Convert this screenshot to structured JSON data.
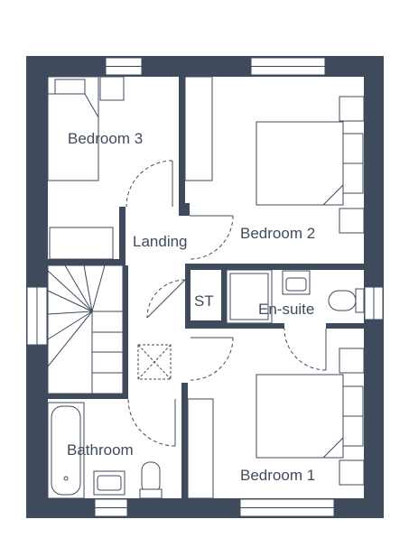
{
  "colors": {
    "wall": "#3f4b5c",
    "line": "#3f4b5c",
    "background": "#ffffff"
  },
  "rooms": {
    "bedroom3": "Bedroom 3",
    "landing": "Landing",
    "bedroom2": "Bedroom 2",
    "st": "ST",
    "ensuite": "En-suite",
    "bathroom": "Bathroom",
    "bedroom1": "Bedroom 1"
  }
}
